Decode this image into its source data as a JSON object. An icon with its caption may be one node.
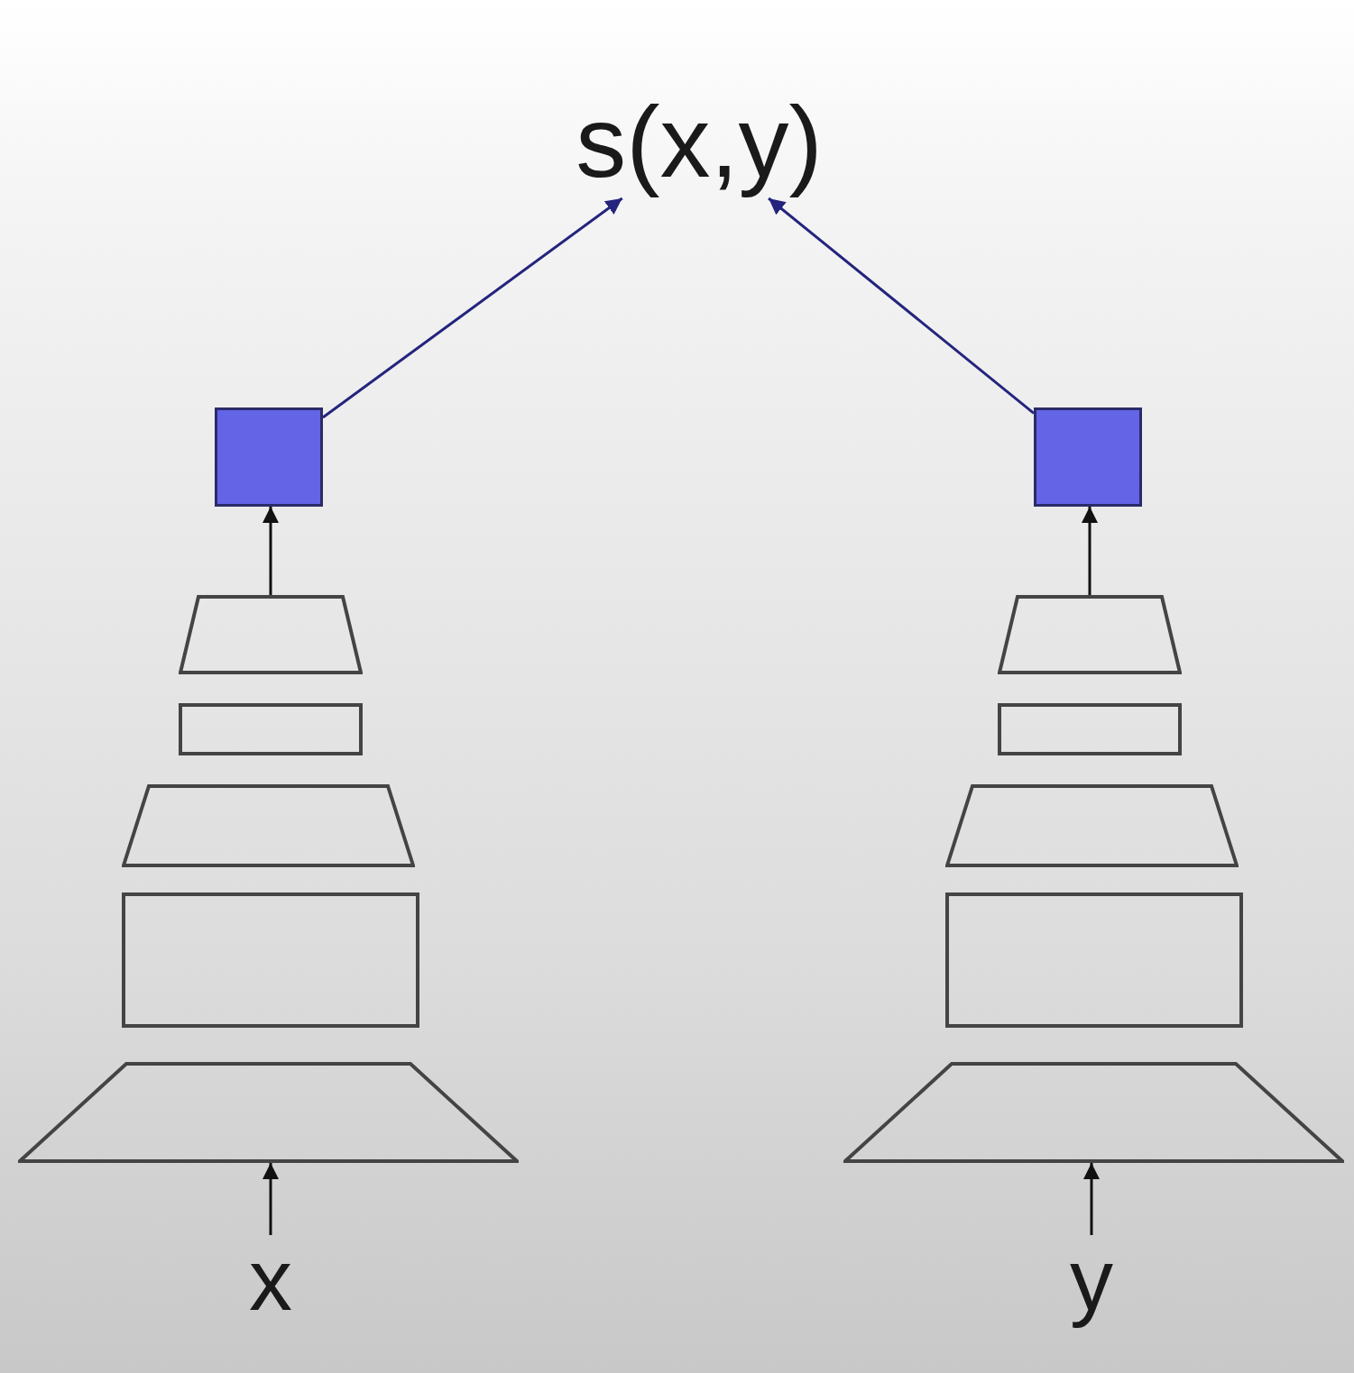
{
  "diagram": {
    "nodes": [
      {
        "text": [
          "s(x,y)"
        ]
      },
      {
        "text": [],
        "shape": "box"
      },
      {
        "text": [],
        "shape": "box"
      },
      {
        "text": [],
        "shape": "trapezoid"
      },
      {
        "text": [],
        "shape": "trapezoid"
      },
      {
        "text": [],
        "shape": "box"
      },
      {
        "text": [],
        "shape": "box"
      },
      {
        "text": [],
        "shape": "trapezoid"
      },
      {
        "text": [],
        "shape": "trapezoid"
      },
      {
        "text": [],
        "shape": "box"
      },
      {
        "text": [],
        "shape": "box"
      },
      {
        "text": [],
        "shape": "trapezoid"
      },
      {
        "text": [],
        "shape": "trapezoid"
      },
      {
        "text": [
          "x"
        ]
      },
      {
        "text": [
          "y"
        ]
      }
    ],
    "edges": [
      {
        "from": 13,
        "to": 11,
        "arrow": "to"
      },
      {
        "from": 3,
        "to": 1,
        "arrow": "to"
      },
      {
        "from": 1,
        "to": 0,
        "arrow": "to",
        "color": "#24247e"
      },
      {
        "from": 14,
        "to": 12,
        "arrow": "to"
      },
      {
        "from": 4,
        "to": 2,
        "arrow": "to"
      },
      {
        "from": 2,
        "to": 0,
        "arrow": "to",
        "color": "#24247e"
      }
    ]
  }
}
